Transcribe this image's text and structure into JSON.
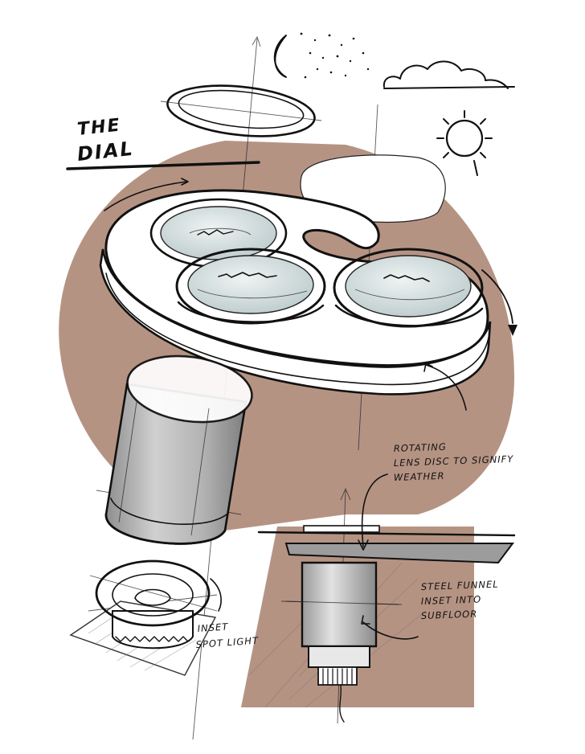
{
  "title": {
    "line1": "THE",
    "line2": "DIAL"
  },
  "annotations": {
    "rotating_disc": [
      "ROTATING",
      "LENS DISC TO SIGNIFY",
      "WEATHER"
    ],
    "steel_funnel": [
      "STEEL FUNNEL",
      "INSET INTO",
      "SUBFLOOR"
    ],
    "spot_light": [
      "INSET",
      "SPOT LIGHT"
    ]
  },
  "weather_icons": [
    "moon-icon",
    "stars-icon",
    "cloud-icon",
    "sun-icon"
  ],
  "colors": {
    "backdrop": "#b59383",
    "ink": "#111111",
    "lens": "#cfdadb",
    "cylinder": "#b4b4b4",
    "funnel": "#c4c4c4"
  }
}
